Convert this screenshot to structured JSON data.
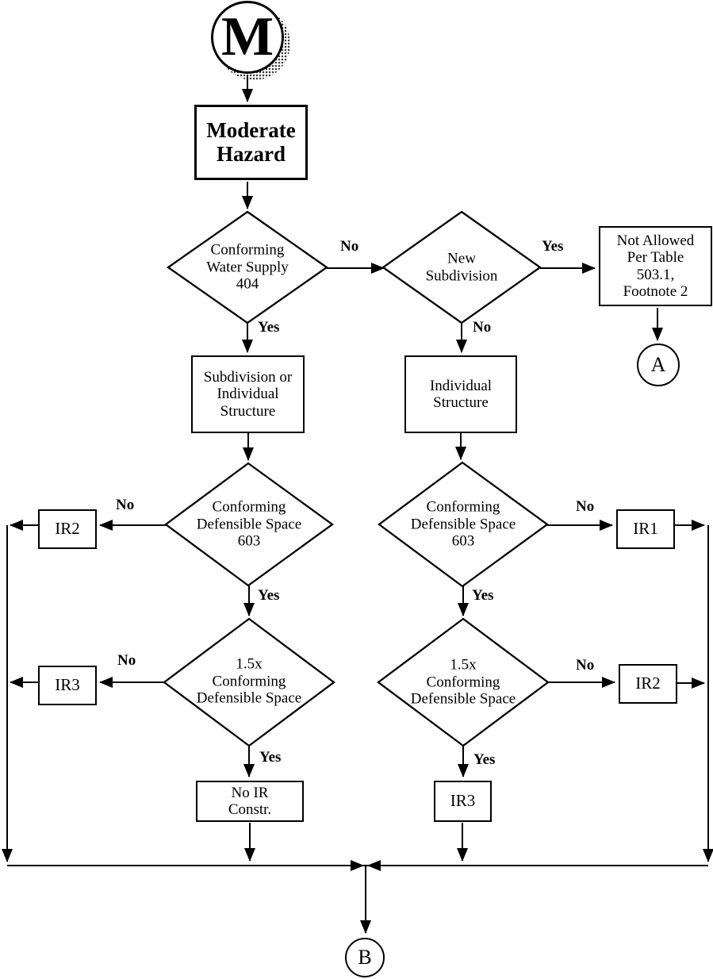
{
  "diagram": {
    "background": "#ffffff",
    "line_color": "#000000",
    "nodes": {
      "connector_m": "M",
      "moderate_hazard": "Moderate\nHazard",
      "water_supply": "Conforming\nWater Supply\n404",
      "new_subdivision": "New\nSubdivision",
      "not_allowed": "Not Allowed\nPer Table\n503.1,\nFootnote 2",
      "connector_a": "A",
      "subdivision_or_individual": "Subdivision or\nIndividual\nStructure",
      "individual_structure": "Individual\nStructure",
      "defensible_space_left": "Conforming\nDefensible Space\n603",
      "defensible_space_right": "Conforming\nDefensible Space\n603",
      "ir2_left": "IR2",
      "ir1_right": "IR1",
      "defensible_15x_left": "1.5x\nConforming\nDefensible Space",
      "defensible_15x_right": "1.5x\nConforming\nDefensible Space",
      "ir3_left": "IR3",
      "ir2_right": "IR2",
      "no_ir_constr": "No IR\nConstr.",
      "ir3_right": "IR3",
      "connector_b": "B"
    },
    "edge_labels": {
      "water_no": "No",
      "water_yes": "Yes",
      "new_sub_yes": "Yes",
      "new_sub_no": "No",
      "cds_left_no": "No",
      "cds_left_yes": "Yes",
      "cds_right_no": "No",
      "cds_right_yes": "Yes",
      "x15_left_no": "No",
      "x15_left_yes": "Yes",
      "x15_right_no": "No",
      "x15_right_yes": "Yes"
    }
  }
}
